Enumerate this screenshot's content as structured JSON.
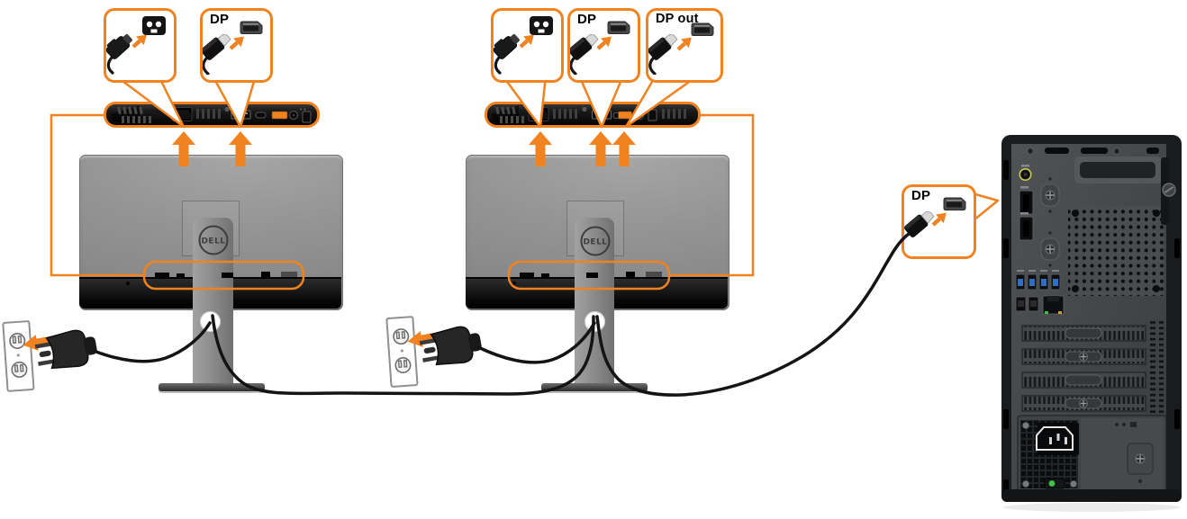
{
  "diagram": {
    "type": "connection-diagram",
    "accent_color": "#F08220",
    "brand": "DELL",
    "monitors": [
      {
        "name": "monitor-1",
        "callouts": [
          "power",
          "DP"
        ]
      },
      {
        "name": "monitor-2",
        "callouts": [
          "power",
          "DP",
          "DP out"
        ]
      }
    ],
    "computer": {
      "name": "desktop-tower",
      "callouts": [
        "DP"
      ]
    },
    "callouts": {
      "monitor1_dp": {
        "label": "DP"
      },
      "monitor2_dp": {
        "label": "DP"
      },
      "monitor2_dp_out": {
        "label": "DP out"
      },
      "tower_dp": {
        "label": "DP"
      }
    },
    "icons": {
      "power-inlet-icon": "black rounded square with two white pin holes and notch",
      "power-plug-icon": "black power plug with cable",
      "dp-port-icon": "gray DisplayPort socket with beveled corner",
      "dp-connector-icon": "black DisplayPort plug with silver tongue and cable",
      "arrow-up-right-icon": "small orange arrow pointing at port",
      "up-arrow-icon": "orange arrow pointing up at underside port",
      "left-arrow-icon": "orange arrow pointing into wall outlet",
      "wall-outlet-icon": "duplex wall power outlet",
      "dell-logo": "circular DELL logo on monitor rear"
    },
    "colors": {
      "cable": "#141414",
      "monitor_gray": "#8f8f8f",
      "strip_black": "#141414",
      "tower_panel": "#46484a",
      "usb_blue": "#2f6fc1",
      "audio_ring": "#c9cf52",
      "led_green": "#3fbf47"
    }
  }
}
